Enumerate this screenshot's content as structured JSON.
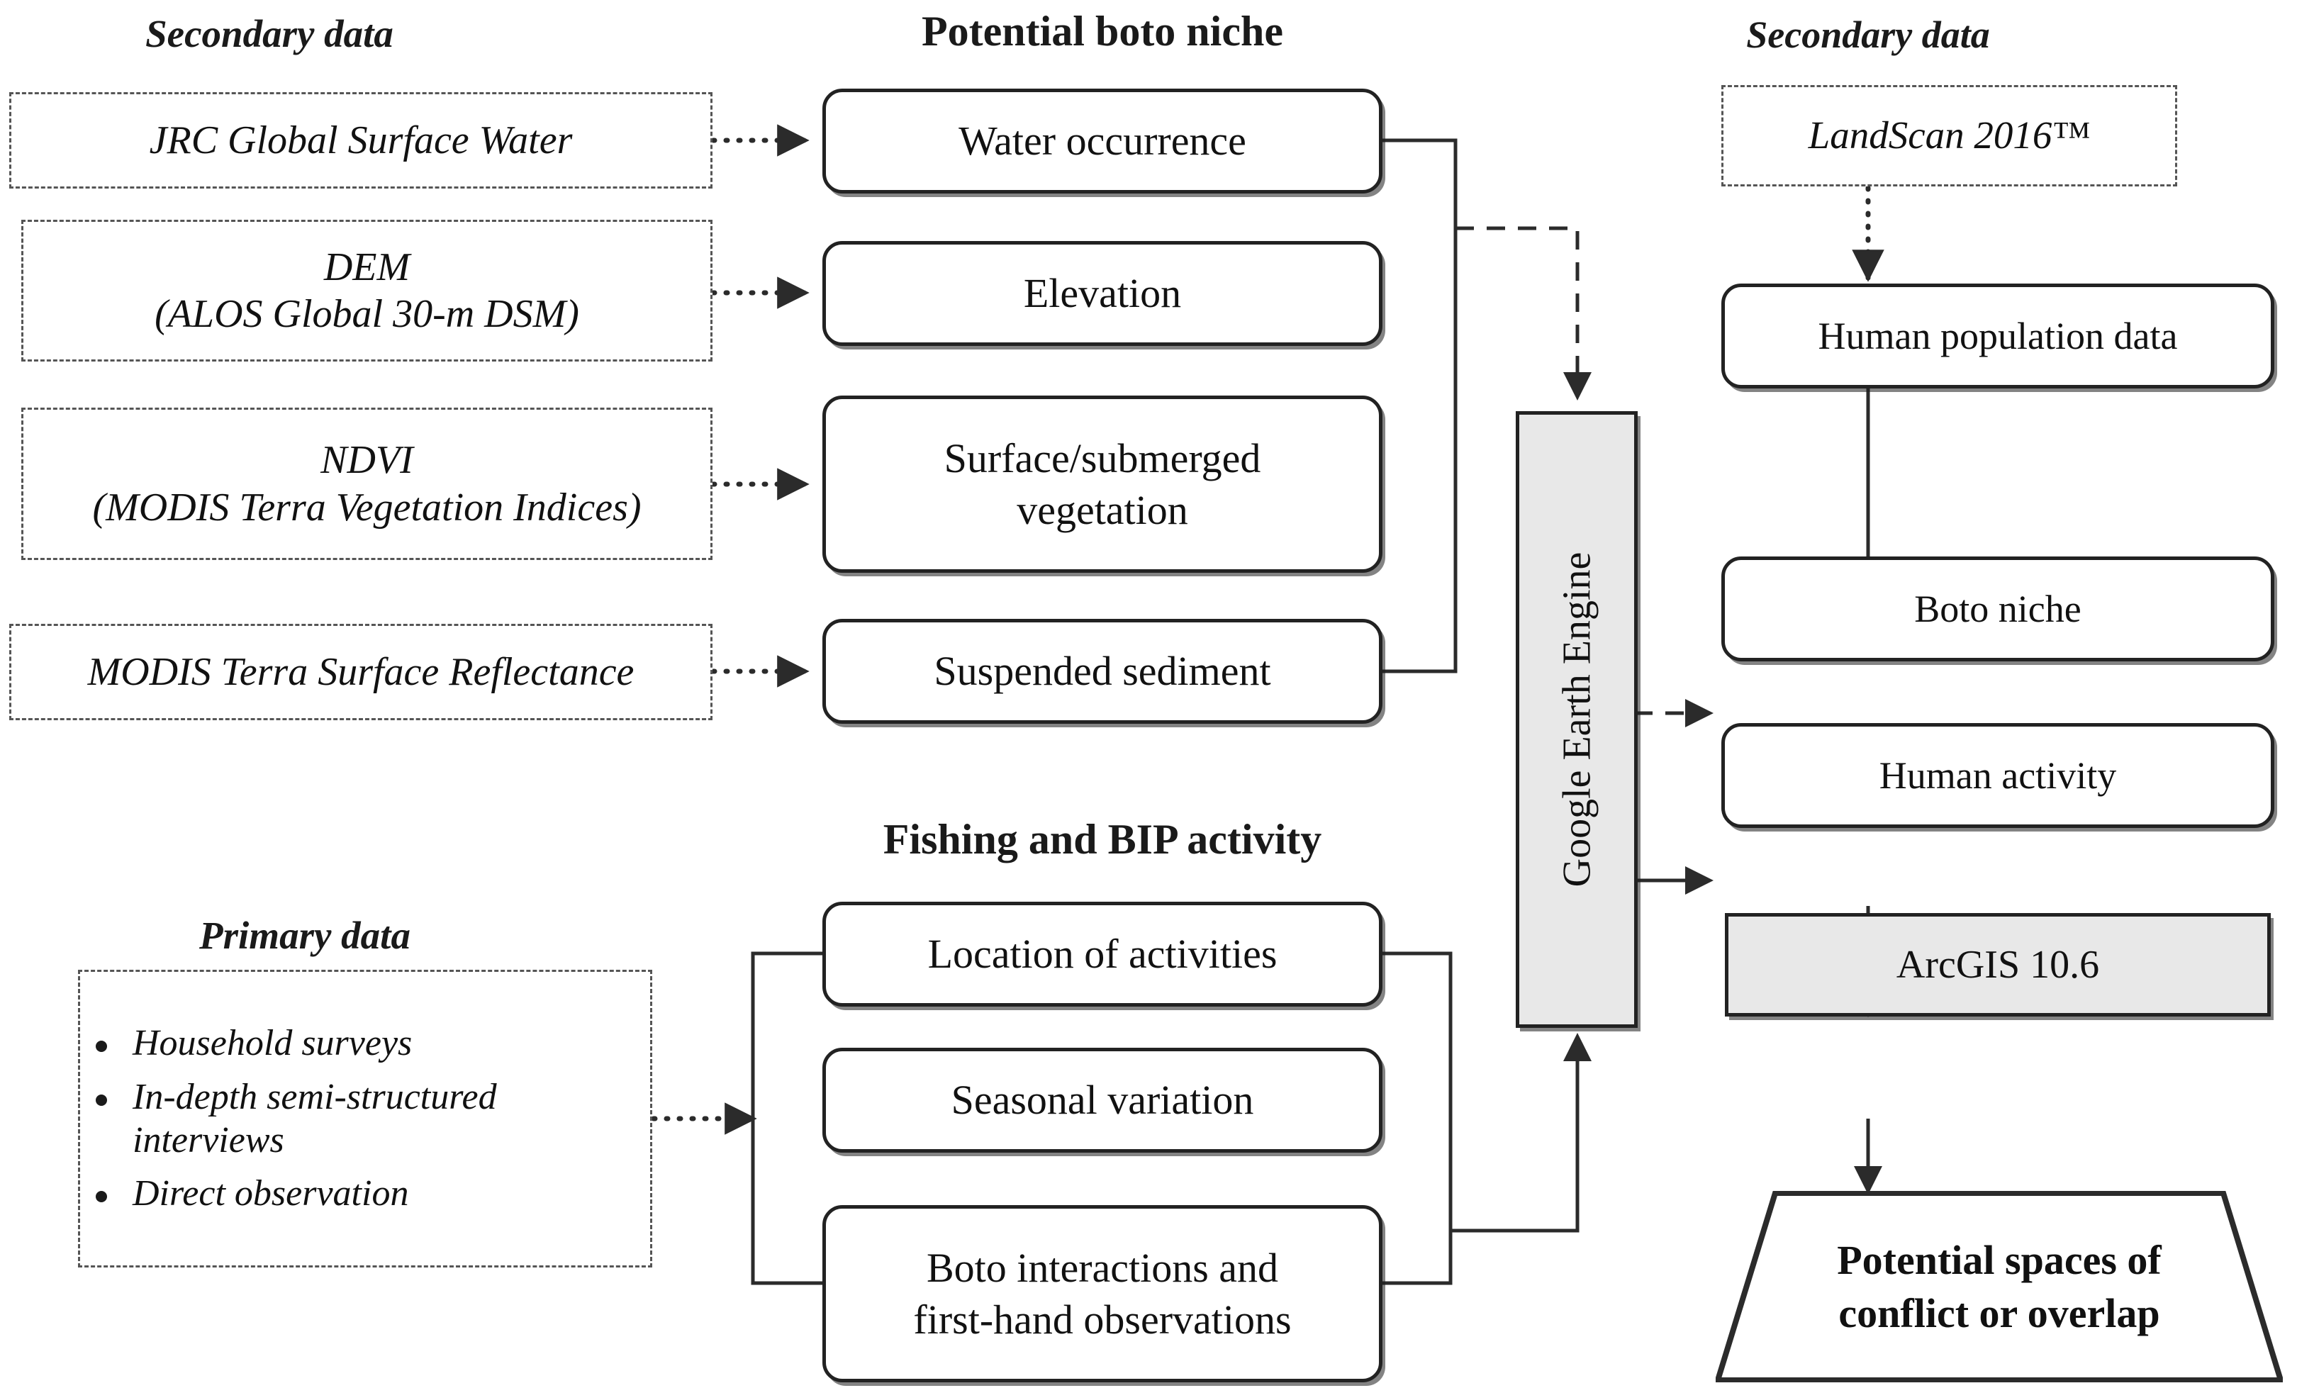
{
  "sections": {
    "secondary_left": "Secondary data",
    "potential_boto_niche": "Potential boto niche",
    "secondary_right": "Secondary data",
    "fishing_bip": "Fishing and BIP activity",
    "primary": "Primary data"
  },
  "sources_left": [
    {
      "label": "JRC Global Surface Water"
    },
    {
      "label": "DEM",
      "label2": "(ALOS Global 30-m DSM)"
    },
    {
      "label": "NDVI",
      "label2": "(MODIS Terra Vegetation Indices)"
    },
    {
      "label": "MODIS Terra Surface Reflectance"
    }
  ],
  "niche_boxes": [
    {
      "label": "Water occurrence"
    },
    {
      "label": "Elevation"
    },
    {
      "label": "Surface/submerged",
      "label2": "vegetation"
    },
    {
      "label": "Suspended sediment"
    }
  ],
  "primary_data": {
    "bullets": [
      "Household surveys",
      "In-depth semi-structured interviews",
      "Direct observation"
    ]
  },
  "activity_boxes": [
    {
      "label": "Location of activities"
    },
    {
      "label": "Seasonal variation"
    },
    {
      "label": "Boto interactions and",
      "label2": "first-hand observations"
    }
  ],
  "engine": {
    "label": "Google Earth Engine"
  },
  "sources_right": [
    {
      "label": "LandScan 2016™"
    }
  ],
  "right_boxes": [
    {
      "label": "Human population data"
    },
    {
      "label": "Boto niche"
    },
    {
      "label": "Human activity"
    }
  ],
  "gis": {
    "label": "ArcGIS 10.6"
  },
  "output": {
    "label": "Potential spaces of",
    "label2": "conflict or overlap"
  },
  "colors": {
    "line": "#2b2b2b",
    "grey_fill": "#e8e8e8",
    "text": "#111111",
    "background": "#ffffff"
  }
}
